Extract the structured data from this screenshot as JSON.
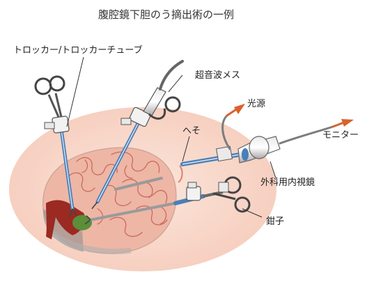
{
  "title": "腹腔鏡下胆のう摘出術の一例",
  "labels": {
    "trocar": "トロッカー/トロッカーチューブ",
    "ultrasonic_scalpel": "超音波メス",
    "light_source": "光源",
    "navel": "へそ",
    "monitor": "モニター",
    "laparoscope": "外科用内視鏡",
    "forceps": "鉗子"
  },
  "colors": {
    "abdomen_skin": "#f8d9cc",
    "cavity": "#eeb8a8",
    "intestine_line": "#c96a5e",
    "gallbladder": "#5b8f3a",
    "liver": "#9a2a22",
    "instrument_blue": "#4a7fb8",
    "arrow_orange": "#d9622b"
  },
  "icons": [
    "forceps-handle-icon",
    "trocar-icon",
    "scalpel-handle-icon",
    "arrow-right-icon"
  ]
}
